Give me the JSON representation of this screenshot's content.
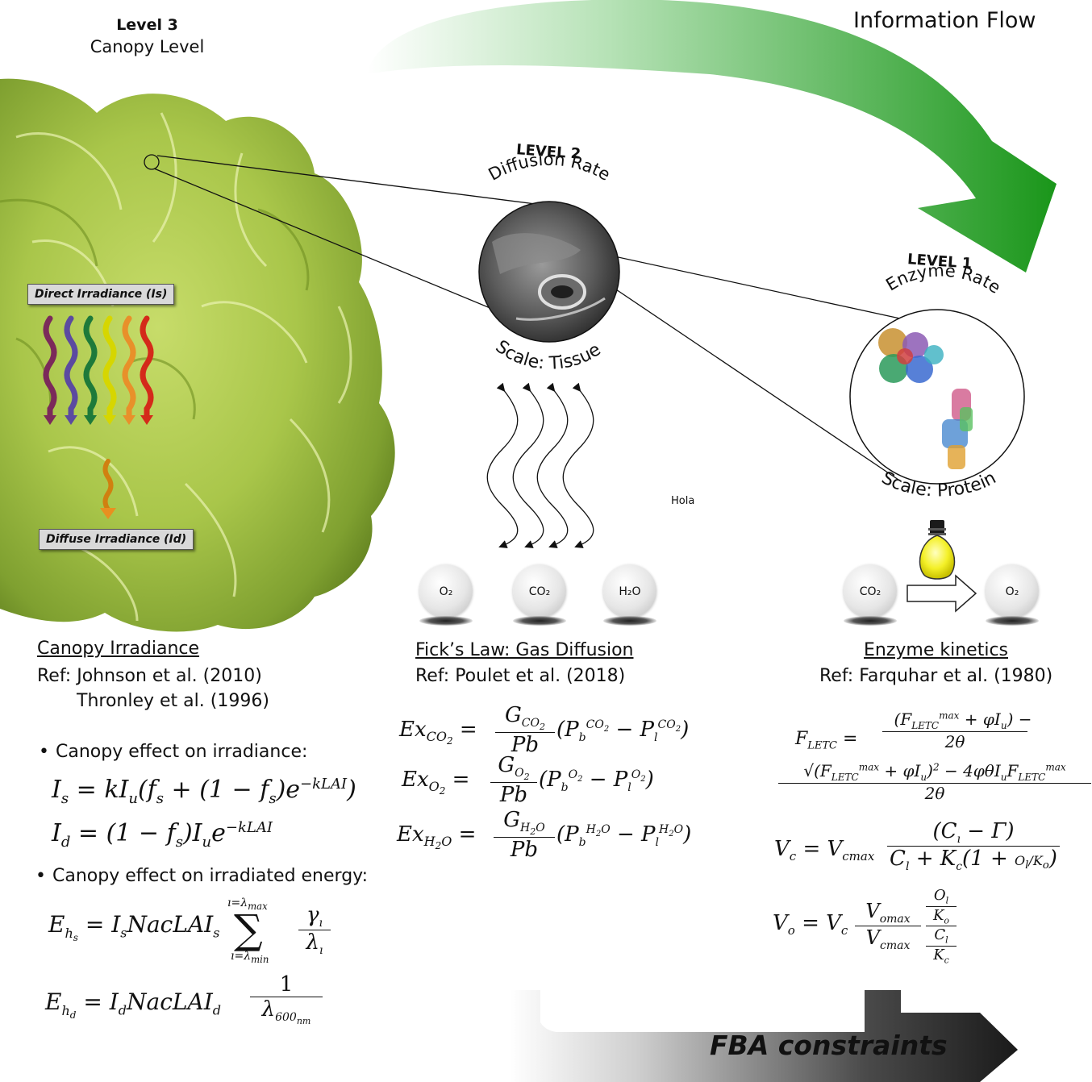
{
  "header": {
    "level3_title": "Level 3",
    "level3_subtitle": "Canopy Level",
    "info_flow": "Information Flow"
  },
  "level2": {
    "title": "LEVEL 2",
    "subtitle": "Diffusion Rate",
    "scale": "Scale: Tissue"
  },
  "level1": {
    "title": "LEVEL 1",
    "subtitle": "Enzyme Rate",
    "scale": "Scale: Protein"
  },
  "irradiance": {
    "direct": "Direct Irradiance (Is)",
    "diffuse": "Diffuse Irradiance (Id)"
  },
  "stray_label": "Hola",
  "molecules": {
    "o2": "O₂",
    "co2": "CO₂",
    "h2o": "H₂O"
  },
  "canopy": {
    "heading": "Canopy Irradiance",
    "ref1": "Ref: Johnson et al. (2010)",
    "ref2": "Thronley et al. (1996)",
    "bullet1": "Canopy effect on irradiance:",
    "eq1": "Iₛ = kIᵤ(fₛ + (1 − fₛ)e^(−kLAI))",
    "eq2": "I_d = (1 − fₛ)Iᵤe^(−kLAI)",
    "bullet2": "Canopy effect on irradiated energy:",
    "eq3": "E_hs = IₛNacLAIₛ Σ γᵢ/λᵢ",
    "eq4": "E_hd = I_dNacLAI_d 1/λ600nm"
  },
  "ficks": {
    "heading": "Fick’s Law: Gas Diffusion",
    "ref": "Ref: Poulet et al. (2018)",
    "eq1": "Ex_CO2 = G_CO2/Pb (P_b^CO2 − P_l^CO2)",
    "eq2": "Ex_O2 = G_O2/Pb (P_b^O2 − P_l^O2)",
    "eq3": "Ex_H2O = G_H2O/Pb (P_b^H2O − P_l^H2O)"
  },
  "enzyme": {
    "heading": "Enzyme kinetics",
    "ref": "Ref: Farquhar et al. (1980)",
    "eq1": "F_LETC",
    "eq2": "V_c",
    "eq3": "V_o"
  },
  "footer": {
    "fba": "FBA constraints"
  },
  "colors": {
    "flow_arrow": "#2a9d2a",
    "fba_arrow_dark": "#1f1f1f",
    "lettuce": "#9dbf3c",
    "wave_colors": [
      "#7b2a5a",
      "#5b4aa0",
      "#1e7a3a",
      "#c9c900",
      "#e8902a",
      "#d42a1a"
    ],
    "diffuse_wave": "#d08010"
  },
  "icons": [
    "lettuce-photo",
    "stomata-micrograph",
    "protein-structure",
    "light-bulb-icon",
    "reaction-arrow-icon",
    "wavy-arrow-icon"
  ]
}
